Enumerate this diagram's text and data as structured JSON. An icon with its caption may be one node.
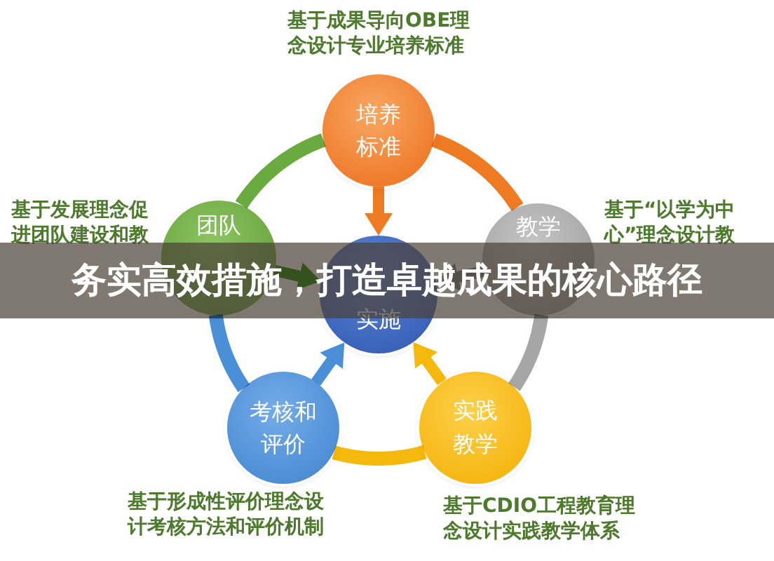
{
  "diagram": {
    "title": "务实高效措施，打造卓越成果的核心路径",
    "nodes": [
      {
        "text": [
          "培养标准"
        ],
        "beside": [
          "基于成果导向OBE理念设计专业培养标准"
        ]
      },
      {
        "text": [
          "团队"
        ],
        "beside": [
          "基于发展理念促进团队建设和教"
        ]
      },
      {
        "text": [
          "实施"
        ]
      },
      {
        "text": [
          "教学"
        ],
        "beside": [
          "基于“以学为中心”理念设计教"
        ]
      },
      {
        "text": [
          "考核和评价"
        ],
        "beside": [
          "基于形成性评价理念设计考核方法和评价机制"
        ]
      },
      {
        "text": [
          "实践教学"
        ],
        "beside": [
          "基于CDIO工程教育理念设计实践教学体系"
        ]
      }
    ],
    "edges": [
      {
        "from": 0,
        "to": 3,
        "arrow": "none",
        "color": "#ee7a22"
      },
      {
        "from": 3,
        "to": 5,
        "arrow": "none",
        "color": "#a6a6a6"
      },
      {
        "from": 5,
        "to": 4,
        "arrow": "none",
        "color": "#f5b80c"
      },
      {
        "from": 4,
        "to": 1,
        "arrow": "none",
        "color": "#4b8fd6"
      },
      {
        "from": 1,
        "to": 0,
        "arrow": "none",
        "color": "#6aab3f"
      },
      {
        "from": 0,
        "to": 2,
        "arrow": "to",
        "color": "#ee7a22"
      },
      {
        "from": 1,
        "to": 2,
        "arrow": "to",
        "color": "#6aab3f"
      },
      {
        "from": 3,
        "to": 2,
        "arrow": "to",
        "color": "#a6a6a6"
      },
      {
        "from": 4,
        "to": 2,
        "arrow": "to",
        "color": "#4b8fd6"
      },
      {
        "from": 5,
        "to": 2,
        "arrow": "to",
        "color": "#f5b80c"
      }
    ]
  }
}
